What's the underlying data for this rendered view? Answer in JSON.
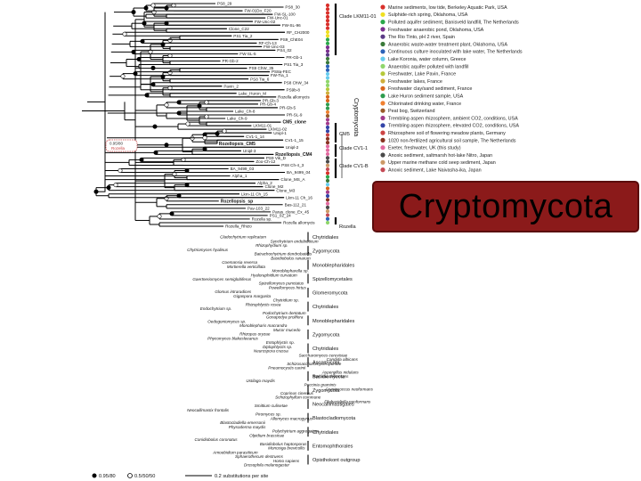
{
  "figure": {
    "cryptomycota_label": "Cryptomycota",
    "vertical_title": "Cryptomycota",
    "scale_bar_label": "0.2 substitutions per site",
    "support_legend": [
      "0.95/80",
      "0.5/50/50"
    ],
    "root_label": "Rozella"
  },
  "clades_right": [
    "Clade LKM11-01",
    "CM5",
    "Clade CV1-1",
    "Clade CV1-B",
    "Rozella"
  ],
  "groups": [
    "Chytridiales",
    "Zygomycota",
    "Monoblepharidales",
    "Spizellomycetales",
    "Glomeromycota",
    "Chytridiales",
    "Monoblepharidales",
    "Zygomycota",
    "Chytridiales",
    "Ascomycota",
    "Basidiomycota",
    "Zygomycota",
    "Neocallimastigales",
    "Blastocladiomycota",
    "Chytridiales",
    "Entomophthorales",
    "Opisthokont outgroup"
  ],
  "legend": [
    {
      "label": "Marine sediments, low tide, Berkeley Aquatic Park, USA",
      "color": "#d9302b"
    },
    {
      "label": "Sulphide-rich spring, Oklahoma, USA",
      "color": "#f0e020"
    },
    {
      "label": "Polluted aquifer sediment, Banisveld landfill, The Netherlands",
      "color": "#2ba84a"
    },
    {
      "label": "Freshwater anaerobic pond, Oklahoma, USA",
      "color": "#7a2f8f"
    },
    {
      "label": "The Rio Tinto, pH 2 river, Spain",
      "color": "#5b3a86"
    },
    {
      "label": "Anaerobic waste-water treatment plant, Oklahoma, USA",
      "color": "#3a7a3a"
    },
    {
      "label": "Continuous culture inoculated with lake water, The Netherlands",
      "color": "#2a62b8"
    },
    {
      "label": "Lake Koronia, water column, Greece",
      "color": "#66ccee"
    },
    {
      "label": "Anaerobic aquifer polluted with landfill",
      "color": "#8fd66b"
    },
    {
      "label": "Freshwater, Lake Pavin, France",
      "color": "#b5c93a"
    },
    {
      "label": "Freshwater lakes, France",
      "color": "#cfae3a"
    },
    {
      "label": "Freshwater clay/sand sediment, France",
      "color": "#d9651c"
    },
    {
      "label": "Lake Huron sediment sample, USA",
      "color": "#2e9c4e"
    },
    {
      "label": "Chlorinated drinking water, France",
      "color": "#f08030"
    },
    {
      "label": "Peat bog, Switzerland",
      "color": "#9a5a2a"
    },
    {
      "label": "Trembling aspen rhizosphere, ambient CO2, conditions, USA",
      "color": "#a23b8c"
    },
    {
      "label": "Trembling aspen rhizosphere, elevated CO2, conditions, USA",
      "color": "#3344a8"
    },
    {
      "label": "Rhizosphere soil of flowering meadow plants, Germany",
      "color": "#cc4444"
    },
    {
      "label": "1020 non-fertilized agricultural soil sample, The Netherlands",
      "color": "#883322"
    },
    {
      "label": "Exeter, freshwater, UK (this study)",
      "color": "#e26aa0"
    },
    {
      "label": "Anoxic sediment, saltmarsh hot-lake Nitro, Japan",
      "color": "#4a4a4a"
    },
    {
      "label": "Upper marine methane cold seep sediment, Japan",
      "color": "#cc9966"
    },
    {
      "label": "Anoxic sediment, Lake Naivasha-ika, Japan",
      "color": "#c44a55"
    }
  ],
  "colored_dots": [
    "#d9302b",
    "#d9302b",
    "#d9302b",
    "#d9302b",
    "#d9302b",
    "#d9302b",
    "#d9302b",
    "#f0e020",
    "#f0e020",
    "#2ba84a",
    "#2ba84a",
    "#7a2f8f",
    "#7a2f8f",
    "#5b3a86",
    "#3a7a3a",
    "#3a7a3a",
    "#2a62b8",
    "#2a62b8",
    "#66ccee",
    "#66ccee",
    "#8fd66b",
    "#8fd66b",
    "#b5c93a",
    "#cfae3a",
    "#d9651c",
    "#d9651c",
    "#2e9c4e",
    "#2e9c4e",
    "#f08030",
    "#9a5a2a",
    "#a23b8c",
    "#a23b8c",
    "#3344a8",
    "#3344a8",
    "#cc4444",
    "#883322",
    "#883322",
    "#e26aa0",
    "#e26aa0",
    "#e26aa0",
    "#4a4a4a",
    "#4a4a4a",
    "#cc9966",
    "#c44a55",
    "#d9302b",
    "#2ba84a",
    "#3a7a3a",
    "#66ccee",
    "#d9651c",
    "#a23b8c",
    "#3344a8",
    "#883322",
    "#e26aa0",
    "#4a4a4a",
    "#cc9966",
    "#c44a55",
    "#2a62b8",
    "#8fd66b"
  ],
  "tips_top": [
    "PS8_29",
    "PS8_30",
    "FW-01Do_F20",
    "FW-SL-100",
    "FW-Unc-01",
    "FW-Unc-02",
    "FW-SL-96",
    "Clone_C22",
    "RF_CH2000",
    "PS1 Tia_2",
    "PS9_ChE04",
    "RF-Ch-13",
    "FW-Unc-03",
    "PS4_02",
    "FW-SL-5",
    "PR-Gb-1",
    "PR-Gb-2",
    "PS1 Tia_3",
    "PS9 ChW_35",
    "PS8a-FEC",
    "FW-Tia_1",
    "PS8 Tia_6",
    "PS8 ChW_34",
    "Pavin_2",
    "PS9b-8",
    "Lake_Huron_M",
    "Rozella allomycis",
    "PR-Gb-3",
    "PR-Gb-4",
    "PR-Gb-5",
    "Lake_Ch-8",
    "PR-SL-9",
    "Lake_Ch-9",
    "CM5_clone",
    "LKM11-01",
    "LKM11-02",
    "Unipl-1",
    "CV1-1_14",
    "CV1-1_15",
    "Rozellopsis_CM5",
    "Unipl-2",
    "Unipl-3",
    "Rozellopsis_CM4",
    "PS9 Vik_D",
    "Zoo-Ch-12",
    "PS8 Ch-4_3",
    "BA_9499_03",
    "BA_9499_04",
    "Alpha_1",
    "Clone_MS_A",
    "Alpha_2",
    "Clone_M2",
    "Clone_M3",
    "Lkm-11 Ch_15",
    "Lkm-11 Ch_16",
    "Rozellopsis_sp",
    "Bas-112_21",
    "Pav-103_22",
    "Paras_clone_Ex_45",
    "PS1_02_24",
    "Rozella sp.",
    "Rozella allomycis",
    "Rozella_Rhizo"
  ],
  "tips_bottom": [
    "Cladochytrium replicatum",
    "Synchytrium endobioticum",
    "Rhizophydium sp.",
    "Chytriomyces hyalinus",
    "Batrachochytrium dendrobatidis",
    "Basidiobolus ranarum",
    "Coemansia reversa",
    "Mortierella verticillata",
    "Monoblepharella sp.",
    "Hyaloraphidium curvatum",
    "Gaertneriomyces semiglobiferus",
    "Spizellomyces punctatus",
    "Powellomyces hirtus",
    "Glomus intraradices",
    "Gigaspora margarita",
    "Chytridium sp.",
    "Rhizophlyctis rosea",
    "Endochytrium sp.",
    "Podochytrium dentatum",
    "Gonapodya prolifera",
    "Oedogoniomyces sp.",
    "Monoblepharis macrandra",
    "Mucor mucedo",
    "Rhizopus oryzae",
    "Phycomyces blakesleeanus",
    "Entophlyctis sp.",
    "Diplophlyctis sp.",
    "Neurospora crassa",
    "Saccharomyces cerevisiae",
    "Candida albicans",
    "Schizosaccharomyces pombe",
    "Pneumocystis carinii",
    "Aspergillus nidulans",
    "Taphrina deformans",
    "Ustilago maydis",
    "Puccinia graminis",
    "Cryptococcus neoformans",
    "Coprinus cinereus",
    "Schizophyllum commune",
    "Filobasidiella neoformans",
    "Smittium culisetae",
    "Neocallimastix frontalis",
    "Piromyces sp.",
    "Allomyces macrogynus",
    "Blastocladiella emersonii",
    "Physoderma maydis",
    "Polychytrium aggregatum",
    "Olpidium brassicae",
    "Conidiobolus coronatus",
    "Basidiobolus haptosporus",
    "Monosiga brevicollis",
    "Amoebidium parasiticum",
    "Sphaerothecum destruens",
    "Homo sapiens",
    "Drosophila melanogaster"
  ]
}
